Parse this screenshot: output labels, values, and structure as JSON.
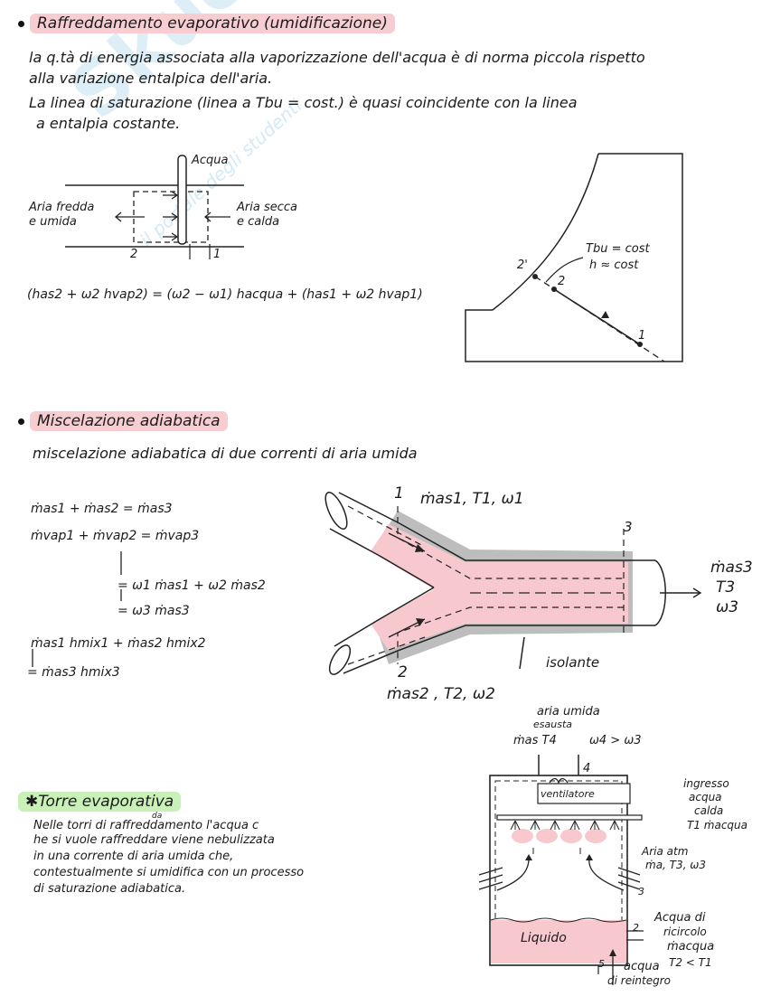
{
  "watermark": {
    "brand": "Skuola.net",
    "tagline": "il portale degli studenti"
  },
  "sec1": {
    "title": "Raffreddamento evaporativo (umidificazione)",
    "line1": "la q.tà di energia associata alla vaporizzazione dell'acqua è di norma piccola rispetto",
    "line2": "alla variazione entalpica dell'aria.",
    "line3": "La linea di saturazione (linea a Tbu = cost.) è quasi coincidente con la linea",
    "line4": "a entalpia costante.",
    "diagram": {
      "acqua": "Acqua",
      "left_label_1": "Aria fredda",
      "left_label_2": "e umida",
      "right_label_1": "Aria secca",
      "right_label_2": "e calda",
      "point_2": "2",
      "point_1": "1"
    },
    "equation": "(has2 + ω2 hvap2) = (ω2 − ω1) hacqua + (has1 + ω2 hvap1)",
    "chart": {
      "p2prime": "2'",
      "p2": "2",
      "p1": "1",
      "note1": "Tbu = cost",
      "note2": "h ≈ cost"
    }
  },
  "sec2": {
    "title": "Miscelazione adiabatica",
    "subtitle": "miscelazione adiabatica di due correnti di aria umida",
    "eq1": "ṁas1 + ṁas2 = ṁas3",
    "eq2": "ṁvap1 + ṁvap2 = ṁvap3",
    "eq3": "= ω1 ṁas1 + ω2 ṁas2",
    "eq4": "= ω3 ṁas3",
    "eq5": "ṁas1 hmix1 + ṁas2 hmix2",
    "eq6": "= ṁas3 hmix3",
    "in1_num": "1",
    "in1_vars": "ṁas1, T1, ω1",
    "in2_num": "2",
    "in2_vars": "ṁas2 , T2, ω2",
    "out_num": "3",
    "out_m": "ṁas3",
    "out_T": "T3",
    "out_w": "ω3",
    "insulation": "isolante"
  },
  "sec3": {
    "title": "Torre evaporativa",
    "line1": "Nelle torri di raffreddamento l'acqua c",
    "line1b": "da",
    "line2": "he si vuole raffreddare viene nebulizzata",
    "line3": "in una corrente di aria umida che,",
    "line4": "contestualmente si umidifica con un processo",
    "line5": "di saturazione adiabatica.",
    "tower": {
      "top_1": "aria umida",
      "top_2": "esausta",
      "top_3": "ṁas T4",
      "top_4": "ω4 > ω3",
      "n4": "4",
      "fan": "ventilatore",
      "hot_1": "ingresso",
      "hot_2": "acqua",
      "hot_3": "calda",
      "hot_4": "T1 ṁacqua",
      "air_1": "Aria atm",
      "air_2": "ṁa, T3, ω3",
      "n3": "3",
      "liquid": "Liquido",
      "rec_1": "Acqua di",
      "rec_2": "ricircolo",
      "rec_3": "ṁacqua",
      "rec_4": "T2 < T1",
      "n2": "2",
      "n5": "5",
      "make_1": "acqua",
      "make_2": "di reintegro"
    }
  }
}
